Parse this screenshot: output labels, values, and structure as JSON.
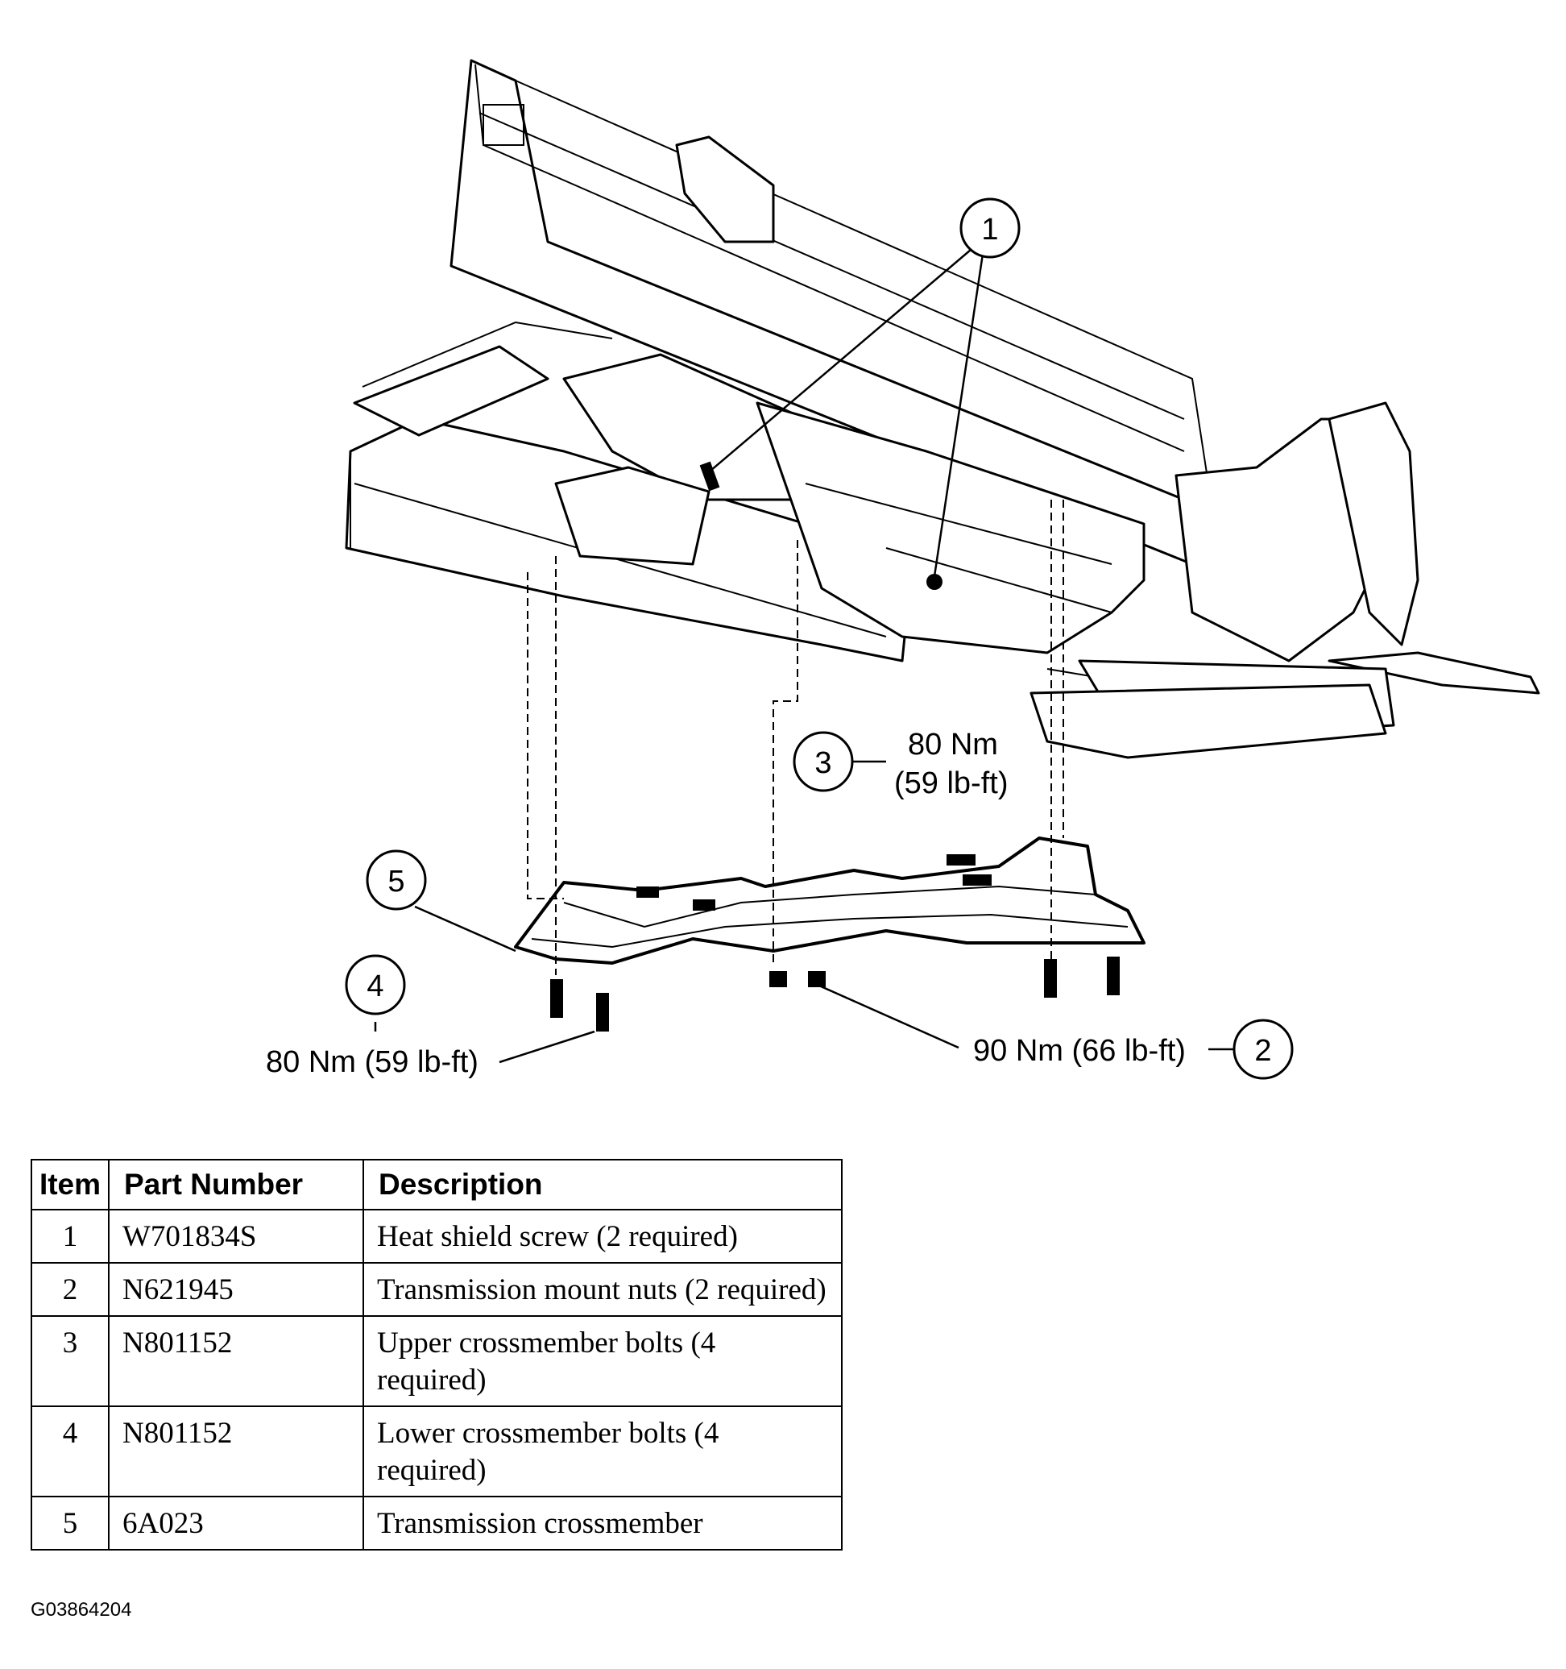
{
  "callouts": {
    "c1": "1",
    "c2": "2",
    "c3": "3",
    "c4": "4",
    "c5": "5"
  },
  "torques": {
    "item3_nm": "80 Nm",
    "item3_lbft": "(59 lb-ft)",
    "item4": "80 Nm (59 lb-ft)",
    "item2": "90 Nm (66 lb-ft)"
  },
  "table": {
    "headers": [
      "Item",
      "Part Number",
      "Description"
    ],
    "rows": [
      {
        "item": "1",
        "part": "W701834S",
        "desc": "Heat shield screw (2 required)"
      },
      {
        "item": "2",
        "part": "N621945",
        "desc": "Transmission mount nuts (2 required)"
      },
      {
        "item": "3",
        "part": "N801152",
        "desc": "Upper crossmember bolts (4 required)"
      },
      {
        "item": "4",
        "part": "N801152",
        "desc": "Lower crossmember bolts (4 required)"
      },
      {
        "item": "5",
        "part": "6A023",
        "desc": "Transmission crossmember"
      }
    ]
  },
  "figure_id": "G03864204"
}
